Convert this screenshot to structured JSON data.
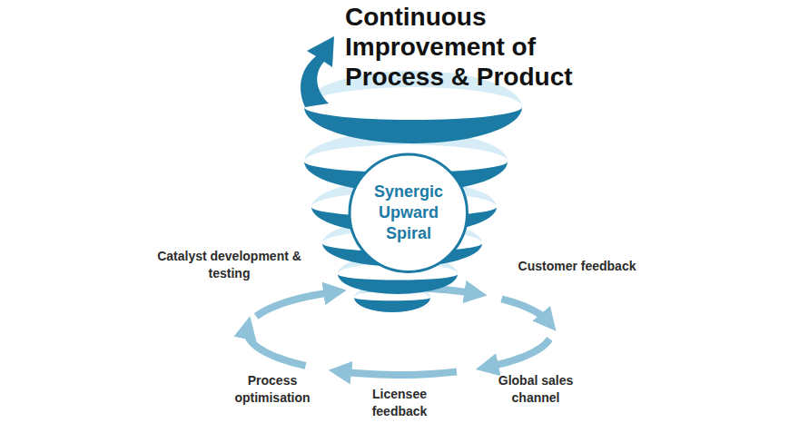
{
  "diagram": {
    "title": "Continuous Improvement of Process & Product",
    "nodes": [
      {
        "text": [
          "Synergic Upward Spiral"
        ]
      }
    ],
    "labels": [
      "Catalyst development & testing",
      "Customer feedback",
      "Process optimisation",
      "Licensee feedback",
      "Global sales channel"
    ]
  }
}
